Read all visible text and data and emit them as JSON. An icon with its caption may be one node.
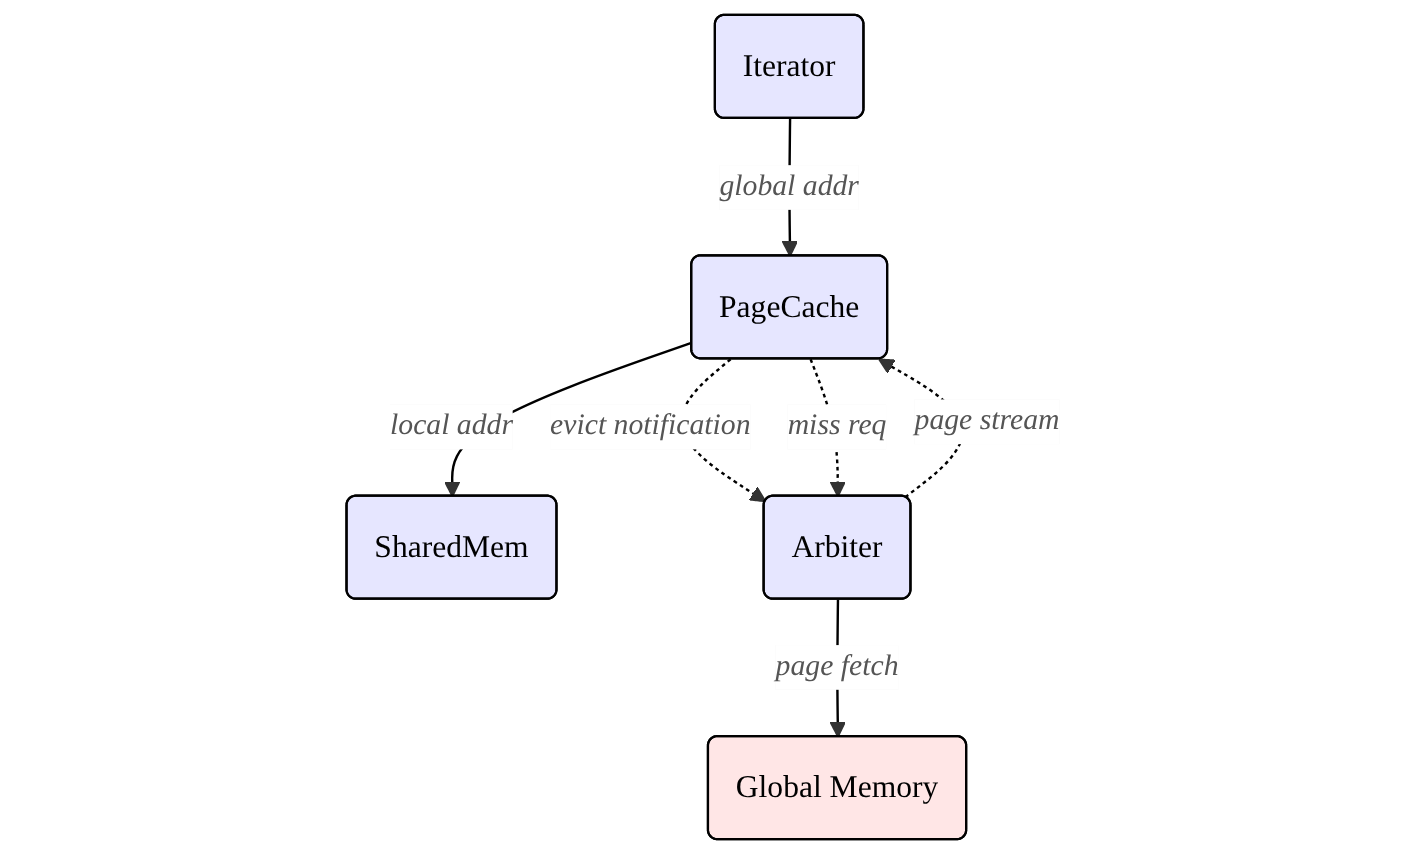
{
  "diagram": {
    "nodes": [
      {
        "text": [
          "Iterator"
        ]
      },
      {
        "text": [
          "PageCache"
        ]
      },
      {
        "text": [
          "SharedMem"
        ]
      },
      {
        "text": [
          "Arbiter"
        ]
      },
      {
        "text": [
          "Global Memory"
        ]
      }
    ],
    "edges": [
      {
        "from": 0,
        "to": 1,
        "arrow": "to",
        "label": "global addr"
      },
      {
        "from": 1,
        "to": 3,
        "arrow": "to",
        "label": "evict notification",
        "style": "dashed"
      },
      {
        "from": 1,
        "to": 3,
        "arrow": "to",
        "label": "miss req",
        "style": "dashed"
      },
      {
        "from": 3,
        "to": 1,
        "arrow": "to",
        "label": "page stream",
        "style": "dashed"
      },
      {
        "from": 1,
        "to": 2,
        "arrow": "to",
        "label": "local addr"
      },
      {
        "from": 3,
        "to": 4,
        "arrow": "to",
        "label": "page fetch"
      }
    ]
  }
}
